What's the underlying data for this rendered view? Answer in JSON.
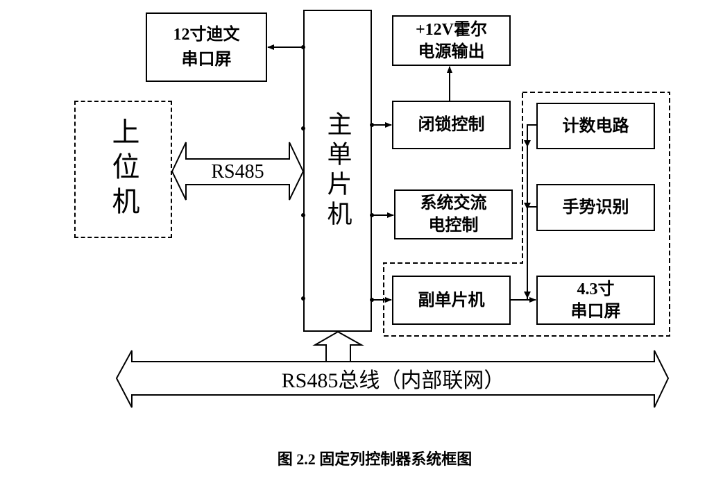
{
  "diagram": {
    "screen12": {
      "line1": "12寸迪文",
      "line2": "串口屏"
    },
    "host": {
      "label": "上位机"
    },
    "link_host": {
      "label": "RS485"
    },
    "main_mcu": {
      "label": "主单片机"
    },
    "power_out": {
      "line1": "+12V霍尔",
      "line2": "电源输出"
    },
    "lock_ctrl": {
      "label": "闭锁控制"
    },
    "ac_ctrl": {
      "line1": "系统交流",
      "line2": "电控制"
    },
    "sub_mcu": {
      "label": "副单片机"
    },
    "counter": {
      "label": "计数电路"
    },
    "gesture": {
      "label": "手势识别"
    },
    "screen43": {
      "line1": "4.3寸",
      "line2": "串口屏"
    },
    "bus": {
      "label": "RS485总线（内部联网）"
    }
  },
  "caption": "图 2.2 固定列控制器系统框图",
  "colors": {
    "line": "#000000",
    "background": "#ffffff"
  }
}
